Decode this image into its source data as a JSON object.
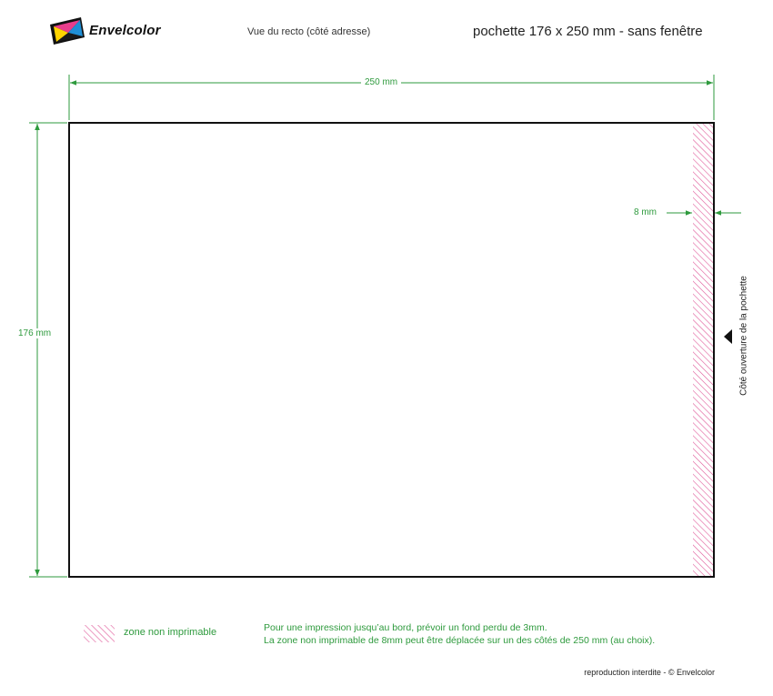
{
  "header": {
    "brand": "Envelcolor",
    "subtitle": "Vue du recto (côté adresse)",
    "title": "pochette 176 x 250 mm - sans fenêtre"
  },
  "dimensions": {
    "width_label": "250 mm",
    "height_label": "176 mm",
    "margin_label": "8 mm"
  },
  "side_label": "Côté ouverture de la pochette",
  "legend": {
    "label": "zone non imprimable"
  },
  "notes": {
    "line1": "Pour une impression jusqu’au bord, prévoir un fond perdu de 3mm.",
    "line2": "La zone non imprimable de 8mm peut être déplacée sur un des côtés de 250 mm (au choix)."
  },
  "footer": {
    "copyright": "reproduction interdite - © Envelcolor"
  },
  "colors": {
    "dimension": "#2e9a3d",
    "hatch": "#e05a9a",
    "outline": "#111111"
  }
}
